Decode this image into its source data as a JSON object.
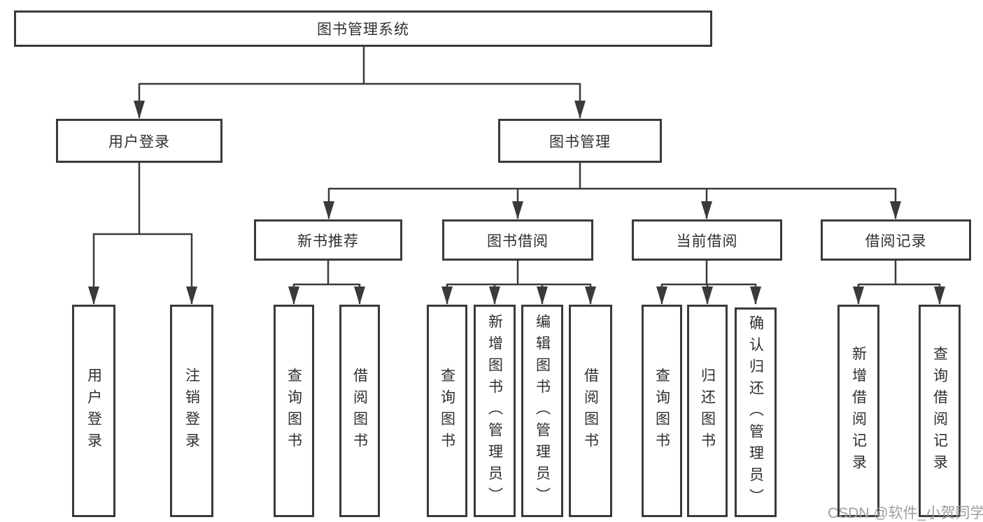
{
  "root": {
    "label": "图书管理系统"
  },
  "branches": [
    {
      "label": "用户登录",
      "leaves": [
        {
          "label": "用户登录"
        },
        {
          "label": "注销登录"
        }
      ]
    },
    {
      "label": "图书管理",
      "children": [
        {
          "label": "新书推荐",
          "leaves": [
            {
              "label": "查询图书"
            },
            {
              "label": "借阅图书"
            }
          ]
        },
        {
          "label": "图书借阅",
          "leaves": [
            {
              "label": "查询图书"
            },
            {
              "label": "新增图书（管理员）"
            },
            {
              "label": "编辑图书（管理员）"
            },
            {
              "label": "借阅图书"
            }
          ]
        },
        {
          "label": "当前借阅",
          "leaves": [
            {
              "label": "查询图书"
            },
            {
              "label": "归还图书"
            },
            {
              "label": "确认归还（管理员）"
            }
          ]
        },
        {
          "label": "借阅记录",
          "leaves": [
            {
              "label": "新增借阅记录"
            },
            {
              "label": "查询借阅记录"
            }
          ]
        }
      ]
    }
  ],
  "watermark": {
    "text": "CSDN @软件_小贺同学"
  },
  "colors": {
    "line": "#3a3a3a",
    "text": "#2f2f2f",
    "watermark": "#9e9e9e"
  }
}
